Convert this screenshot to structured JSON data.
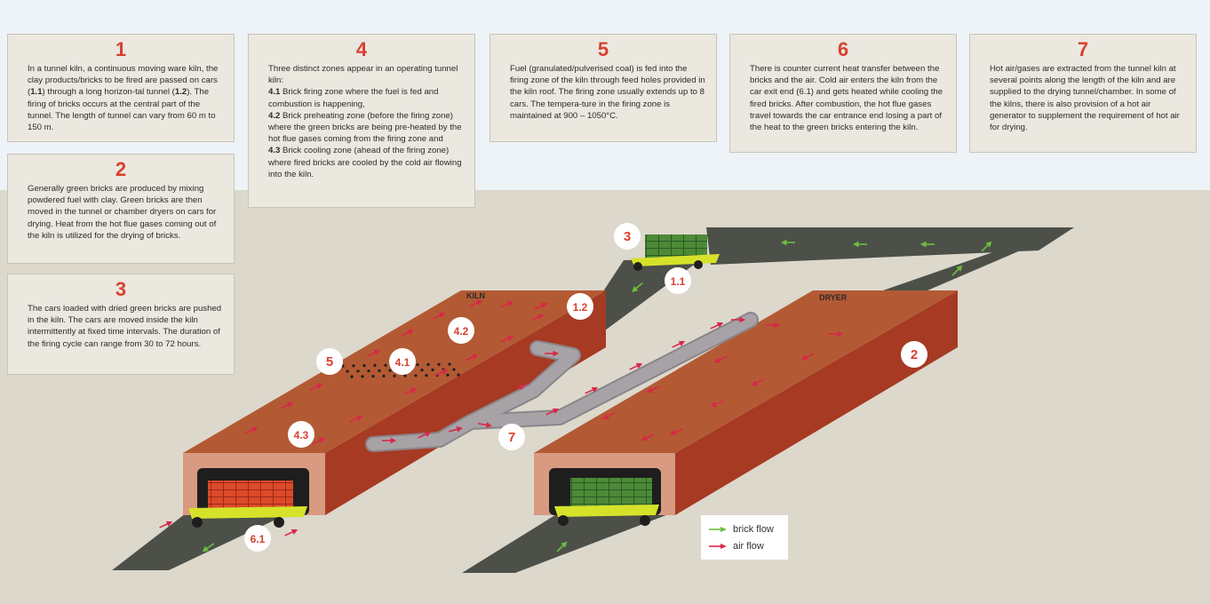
{
  "cards": [
    {
      "key": "c1",
      "num": "1",
      "paras": [
        [
          {
            "t": "In a tunnel kiln, a continuous moving ware kiln, the clay products/bricks to be fired are passed on cars ("
          },
          {
            "t": "1.1",
            "b": true
          },
          {
            "t": ") through a long horizon-tal tunnel ("
          },
          {
            "t": "1.2",
            "b": true
          },
          {
            "t": "). The firing of bricks occurs at the central part of the tunnel. The length of tunnel can vary from 60 m to 150 m."
          }
        ]
      ]
    },
    {
      "key": "c2",
      "num": "2",
      "paras": [
        [
          {
            "t": "Generally green bricks are produced by mixing powdered fuel with clay. Green bricks are then moved in the tunnel or chamber dryers on cars for drying. Heat from the hot flue gases coming out of the kiln is utilized for the drying of bricks."
          }
        ]
      ]
    },
    {
      "key": "c3",
      "num": "3",
      "paras": [
        [
          {
            "t": "The cars loaded with dried green bricks are pushed in the kiln.  The cars are moved inside the kiln intermittently at fixed time intervals. The duration of the firing cycle can range from 30 to 72 hours."
          }
        ]
      ]
    },
    {
      "key": "c4",
      "num": "4",
      "paras": [
        [
          {
            "t": "Three distinct zones appear in an operating tunnel kiln:"
          }
        ],
        [
          {
            "t": "4.1",
            "b": true
          },
          {
            "t": " Brick firing zone where the fuel is fed and combustion is happening,"
          }
        ],
        [
          {
            "t": "4.2",
            "b": true
          },
          {
            "t": " Brick preheating zone (before the firing zone) where the green bricks are being pre-heated by the hot flue gases coming from the firing zone and"
          }
        ],
        [
          {
            "t": "4.3",
            "b": true
          },
          {
            "t": " Brick cooling zone (ahead of the firing zone) where fired bricks are cooled by the cold air flowing into the kiln."
          }
        ]
      ]
    },
    {
      "key": "c5",
      "num": "5",
      "paras": [
        [
          {
            "t": "Fuel (granulated/pulverised coal) is fed into the firing zone of the kiln through feed holes provided in the kiln roof. The firing zone usually extends up to 8 cars. The tempera-ture in the firing zone is maintained at 900 – 1050°C."
          }
        ]
      ]
    },
    {
      "key": "c6",
      "num": "6",
      "paras": [
        [
          {
            "t": "There is counter current heat transfer between the bricks and the air. Cold air enters the kiln from the car exit end (6.1) and gets heated while cooling the fired bricks. After combustion, the hot flue gases travel towards the car entrance end losing a part of the heat to the green bricks entering the kiln."
          }
        ]
      ]
    },
    {
      "key": "c7",
      "num": "7",
      "paras": [
        [
          {
            "t": "Hot air/gases are extracted from the tunnel kiln at several points along the length of the kiln and are supplied to the drying tunnel/chamber. In some of the kilns, there is also provision of a hot air generator to supplement the requirement of hot air for drying."
          }
        ]
      ]
    }
  ],
  "diagram": {
    "kiln_label": "KILN",
    "dryer_label": "DRYER",
    "markers": [
      "3",
      "1.1",
      "1.2",
      "4.2",
      "4.1",
      "5",
      "4.3",
      "7",
      "6.1",
      "2"
    ]
  },
  "legend": {
    "brick_flow": "brick flow",
    "air_flow": "air flow"
  },
  "colors": {
    "brick_flow": "#6cbf3e",
    "air_flow": "#d8284a",
    "number_red": "#d8412f",
    "kiln_top": "#b35a34",
    "kiln_side": "#a63a23",
    "kiln_front": "#d89a80",
    "track": "#4c5048",
    "duct": "#a7a2a6"
  }
}
